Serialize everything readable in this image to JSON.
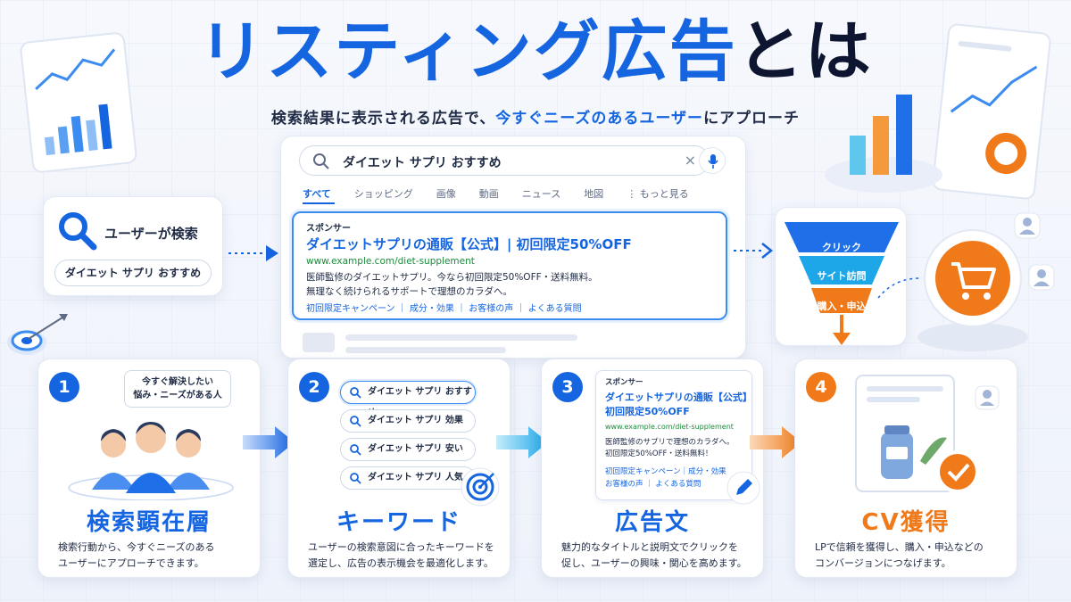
{
  "title_main": "リスティング広告",
  "title_tail": "とは",
  "subtitle_pre": "検索結果に表示される広告で、",
  "subtitle_hl": "今すぐニーズのあるユーザー",
  "subtitle_post": "にアプローチ",
  "search": {
    "query": "ダイエット サプリ おすすめ",
    "clear_symbol": "×",
    "tabs": [
      "すべて",
      "ショッピング",
      "画像",
      "動画",
      "ニュース",
      "地図",
      "⋮ もっと見る"
    ],
    "ad": {
      "sponsor": "スポンサー",
      "headline": "ダイエットサプリの通販【公式】| 初回限定50%OFF",
      "url": "www.example.com/diet-supplement",
      "desc1": "医師監修のダイエットサプリ。今なら初回限定50%OFF・送料無料。",
      "desc2": "無理なく続けられるサポートで理想のカラダへ。",
      "links": "初回限定キャンペーン ｜ 成分・効果 ｜ お客様の声 ｜ よくある質問"
    }
  },
  "user_search": {
    "label": "ユーザーが検索",
    "query": "ダイエット サプリ おすすめ"
  },
  "funnel": [
    "クリック",
    "サイト訪問",
    "購入・申込"
  ],
  "steps": [
    {
      "num": "1",
      "heading": "検索顕在層",
      "bubble_line1": "今すぐ解決したい",
      "bubble_line2": "悩み・ニーズがある人",
      "desc1": "検索行動から、今すぐニーズのある",
      "desc2": "ユーザーにアプローチできます。"
    },
    {
      "num": "2",
      "heading": "キーワード",
      "keywords": [
        "ダイエット サプリ おすすめ",
        "ダイエット サプリ 効果",
        "ダイエット サプリ 安い",
        "ダイエット サプリ 人気"
      ],
      "desc1": "ユーザーの検索意図に合ったキーワードを",
      "desc2": "選定し、広告の表示機会を最適化します。"
    },
    {
      "num": "3",
      "heading": "広告文",
      "ad_sponsor": "スポンサー",
      "ad_title1": "ダイエットサプリの通販【公式】",
      "ad_title2": "初回限定50%OFF",
      "ad_url": "www.example.com/diet-supplement",
      "ad_desc1": "医師監修のサプリで理想のカラダへ。",
      "ad_desc2": "初回限定50%OFF・送料無料！",
      "ad_links1": "初回限定キャンペーン｜成分・効果",
      "ad_links2": "お客様の声 ｜ よくある質問",
      "desc1": "魅力的なタイトルと説明文でクリックを",
      "desc2": "促し、ユーザーの興味・関心を高めます。"
    },
    {
      "num": "4",
      "heading": "CV獲得",
      "desc1": "LPで信頼を獲得し、購入・申込などの",
      "desc2": "コンバージョンにつなげます。"
    }
  ],
  "colors": {
    "blue": "#1565e0",
    "cyan": "#1ea7e8",
    "orange": "#f07a1a"
  }
}
